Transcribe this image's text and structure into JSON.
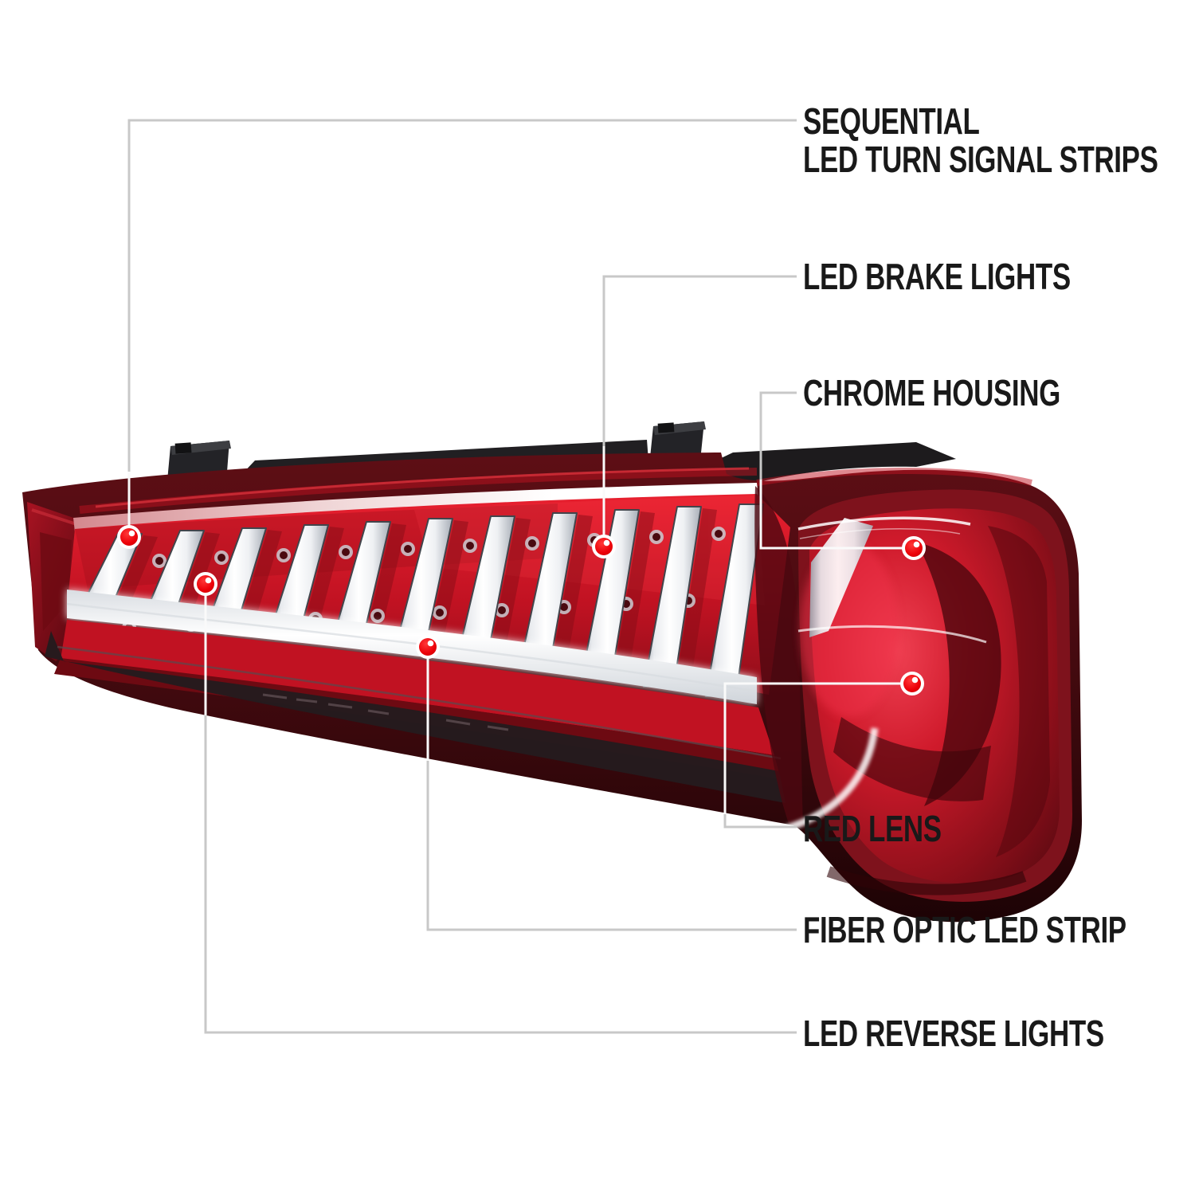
{
  "diagram": {
    "subject": "LED tail light assembly with feature callouts",
    "background": "#ffffff",
    "line_color": "#c8c8c8",
    "overlay_line_color": "#ffffff",
    "label_color": "#191919",
    "dot_fill": "#e60005",
    "dot_ring": "#ffffff",
    "callouts": [
      {
        "id": "sequential-led-turn-signal-strips",
        "lines": [
          "SEQUENTIAL",
          "LED TURN SIGNAL STRIPS"
        ]
      },
      {
        "id": "led-brake-lights",
        "lines": [
          "LED BRAKE LIGHTS"
        ]
      },
      {
        "id": "chrome-housing",
        "lines": [
          "CHROME HOUSING"
        ]
      },
      {
        "id": "red-lens",
        "lines": [
          "RED LENS"
        ]
      },
      {
        "id": "fiber-optic-led-strip",
        "lines": [
          "FIBER OPTIC LED STRIP"
        ]
      },
      {
        "id": "led-reverse-lights",
        "lines": [
          "LED REVERSE LIGHTS"
        ]
      }
    ]
  }
}
